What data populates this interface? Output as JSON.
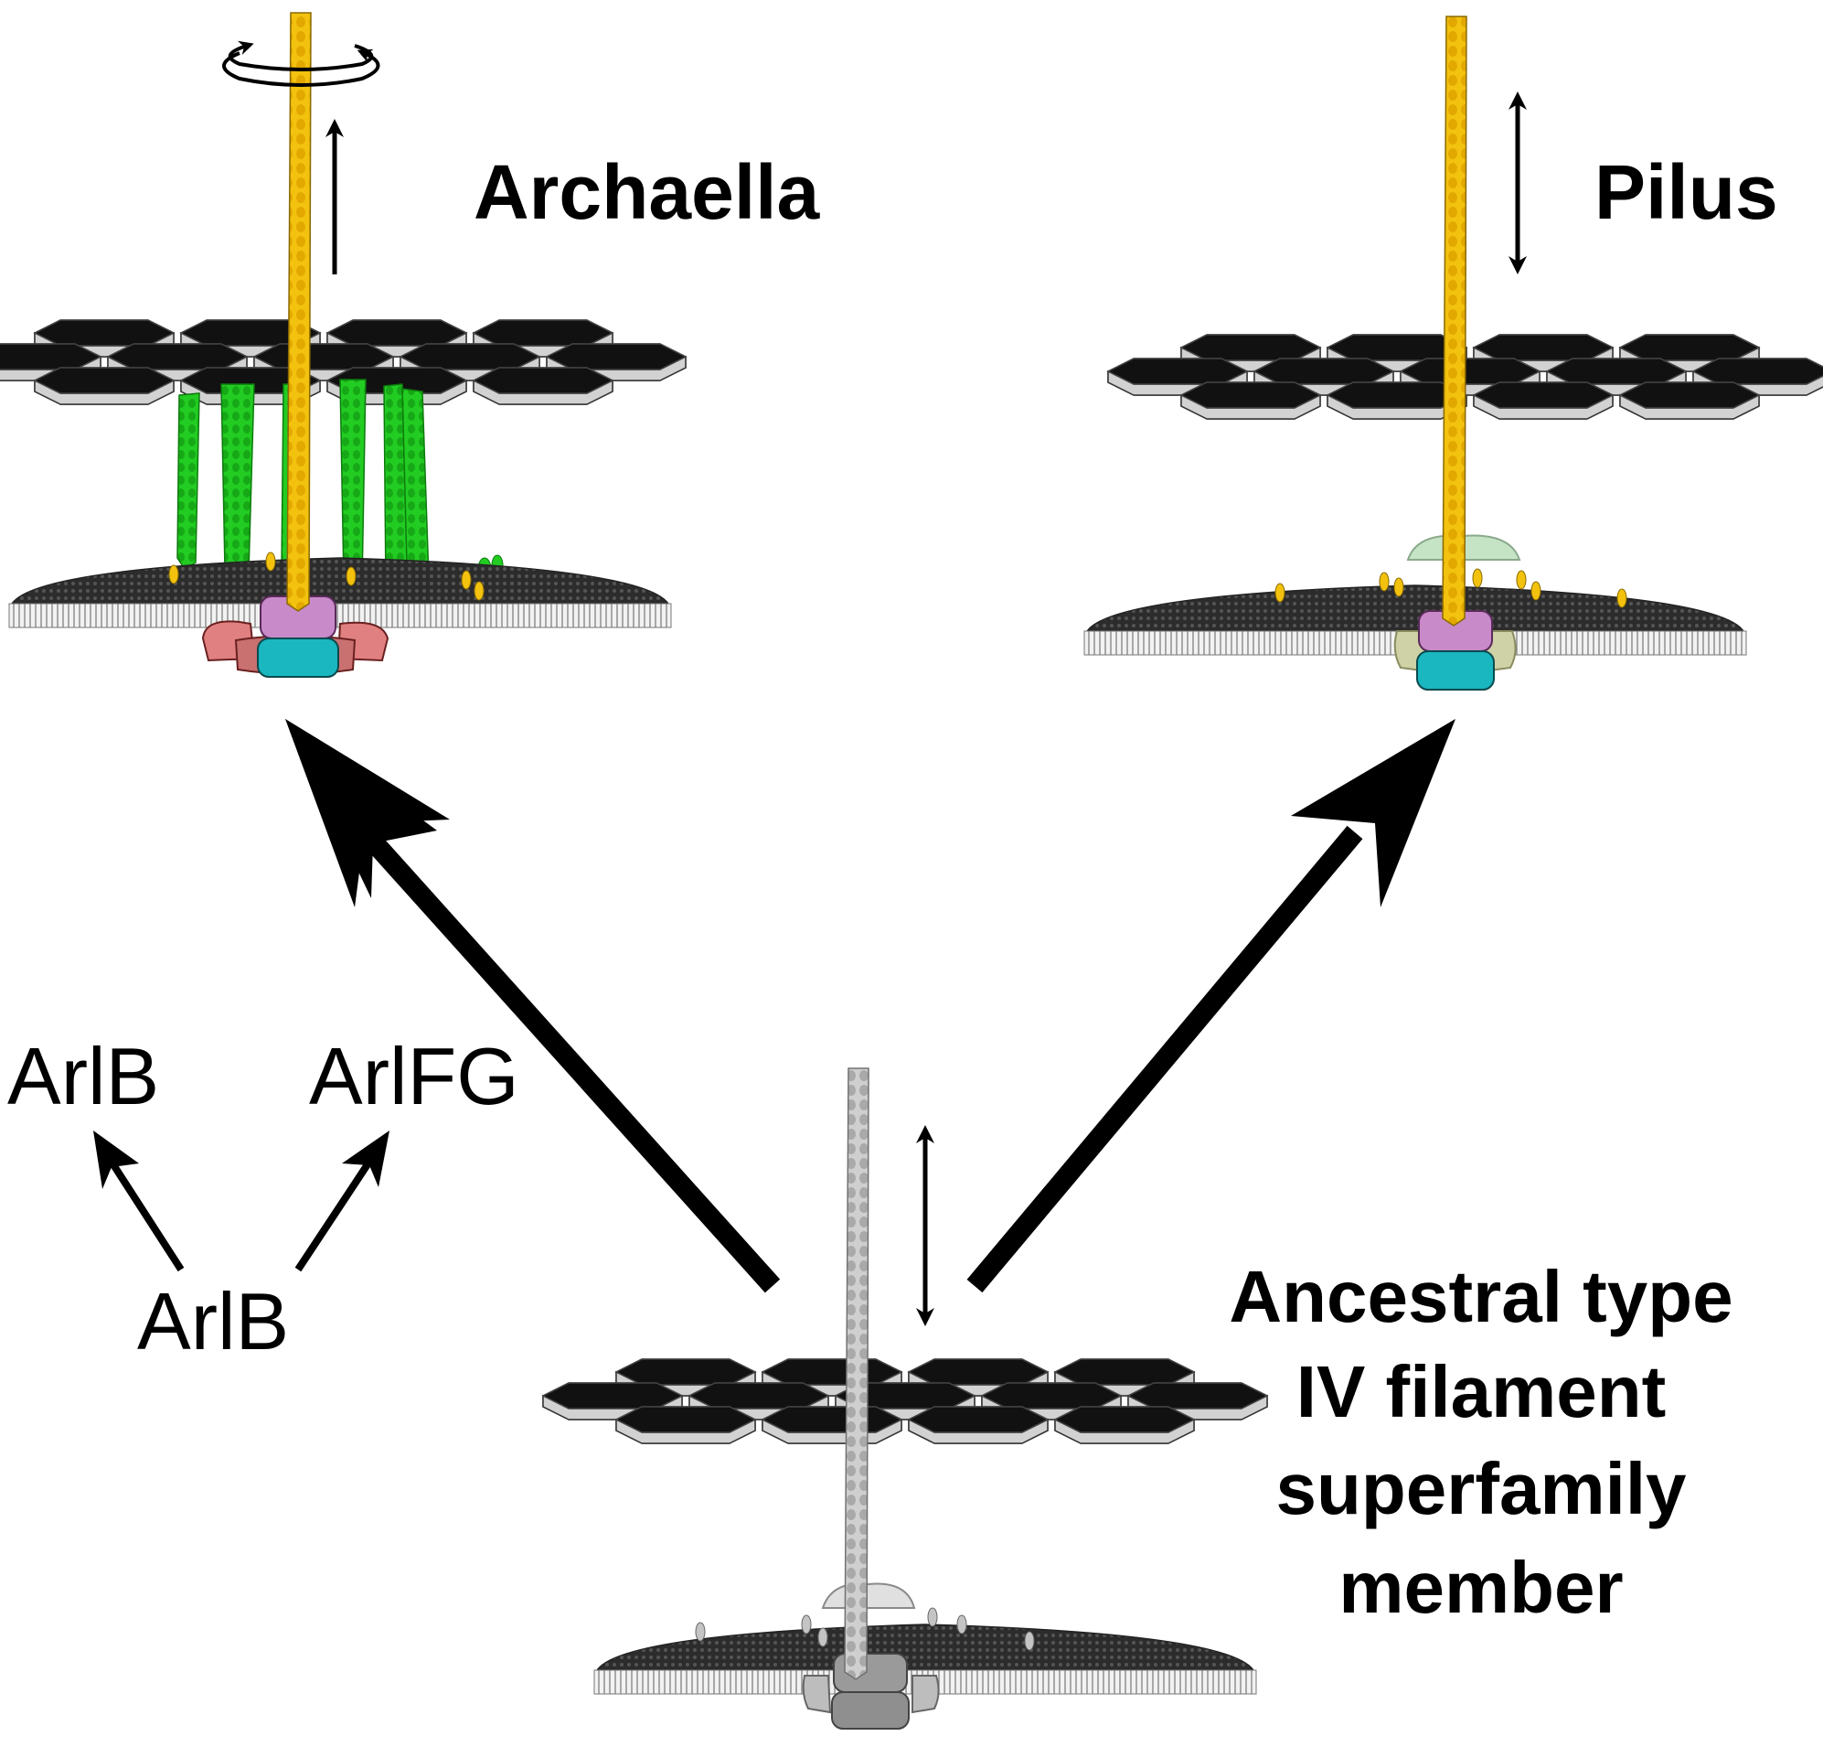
{
  "labels": {
    "archaella": "Archaella",
    "pilus": "Pilus",
    "ancestral_line1": "Ancestral type",
    "ancestral_line2": "IV filament",
    "ancestral_line3": "superfamily",
    "ancestral_line4": "member",
    "arlb_left": "ArlB",
    "arlfg": "ArlFG",
    "arlb_bottom": "ArlB"
  },
  "colors": {
    "filament_archaella": "#f2c20f",
    "filament_pilus": "#f2c20f",
    "filament_ancestral": "#c4c4c4",
    "green_filaments": "#22cc22",
    "hexagon_top": "#111111",
    "hexagon_side": "#bdbdbd",
    "membrane": "#3a3a3a",
    "membrane_edge": "#d9d9d9",
    "inner_platform": "#c88ac8",
    "atpase": "#1ab7c0",
    "archaella_ring": "#e08080",
    "pilus_secretin": "#bfe0bf",
    "pilus_platform_side": "#cfd2a6",
    "ancestral_grey": "#8f8f8f",
    "arrows": "#000000"
  },
  "icons": [
    "rotation-arrow-icon",
    "up-arrow-icon",
    "double-arrow-icon"
  ]
}
